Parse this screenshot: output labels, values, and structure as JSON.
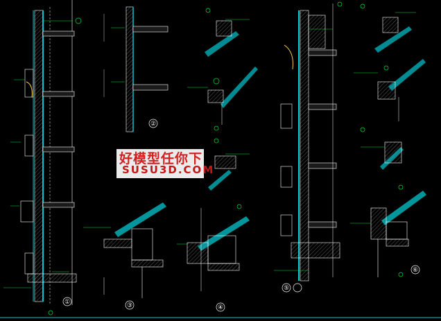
{
  "watermark": {
    "brand_cn": "好模型任你下",
    "domain": "SUSU3D.COM"
  },
  "details": [
    {
      "id": "d1",
      "number": "①"
    },
    {
      "id": "d2",
      "number": "②"
    },
    {
      "id": "d3",
      "number": "③"
    },
    {
      "id": "d4",
      "number": "④"
    },
    {
      "id": "d5",
      "number": "⑤"
    },
    {
      "id": "d6",
      "number": "⑥"
    }
  ],
  "colors": {
    "background": "#000000",
    "wall": "#00c8d0",
    "line": "#ffffff",
    "annotation": "#00e040",
    "hatch": "#b0b0b0"
  }
}
